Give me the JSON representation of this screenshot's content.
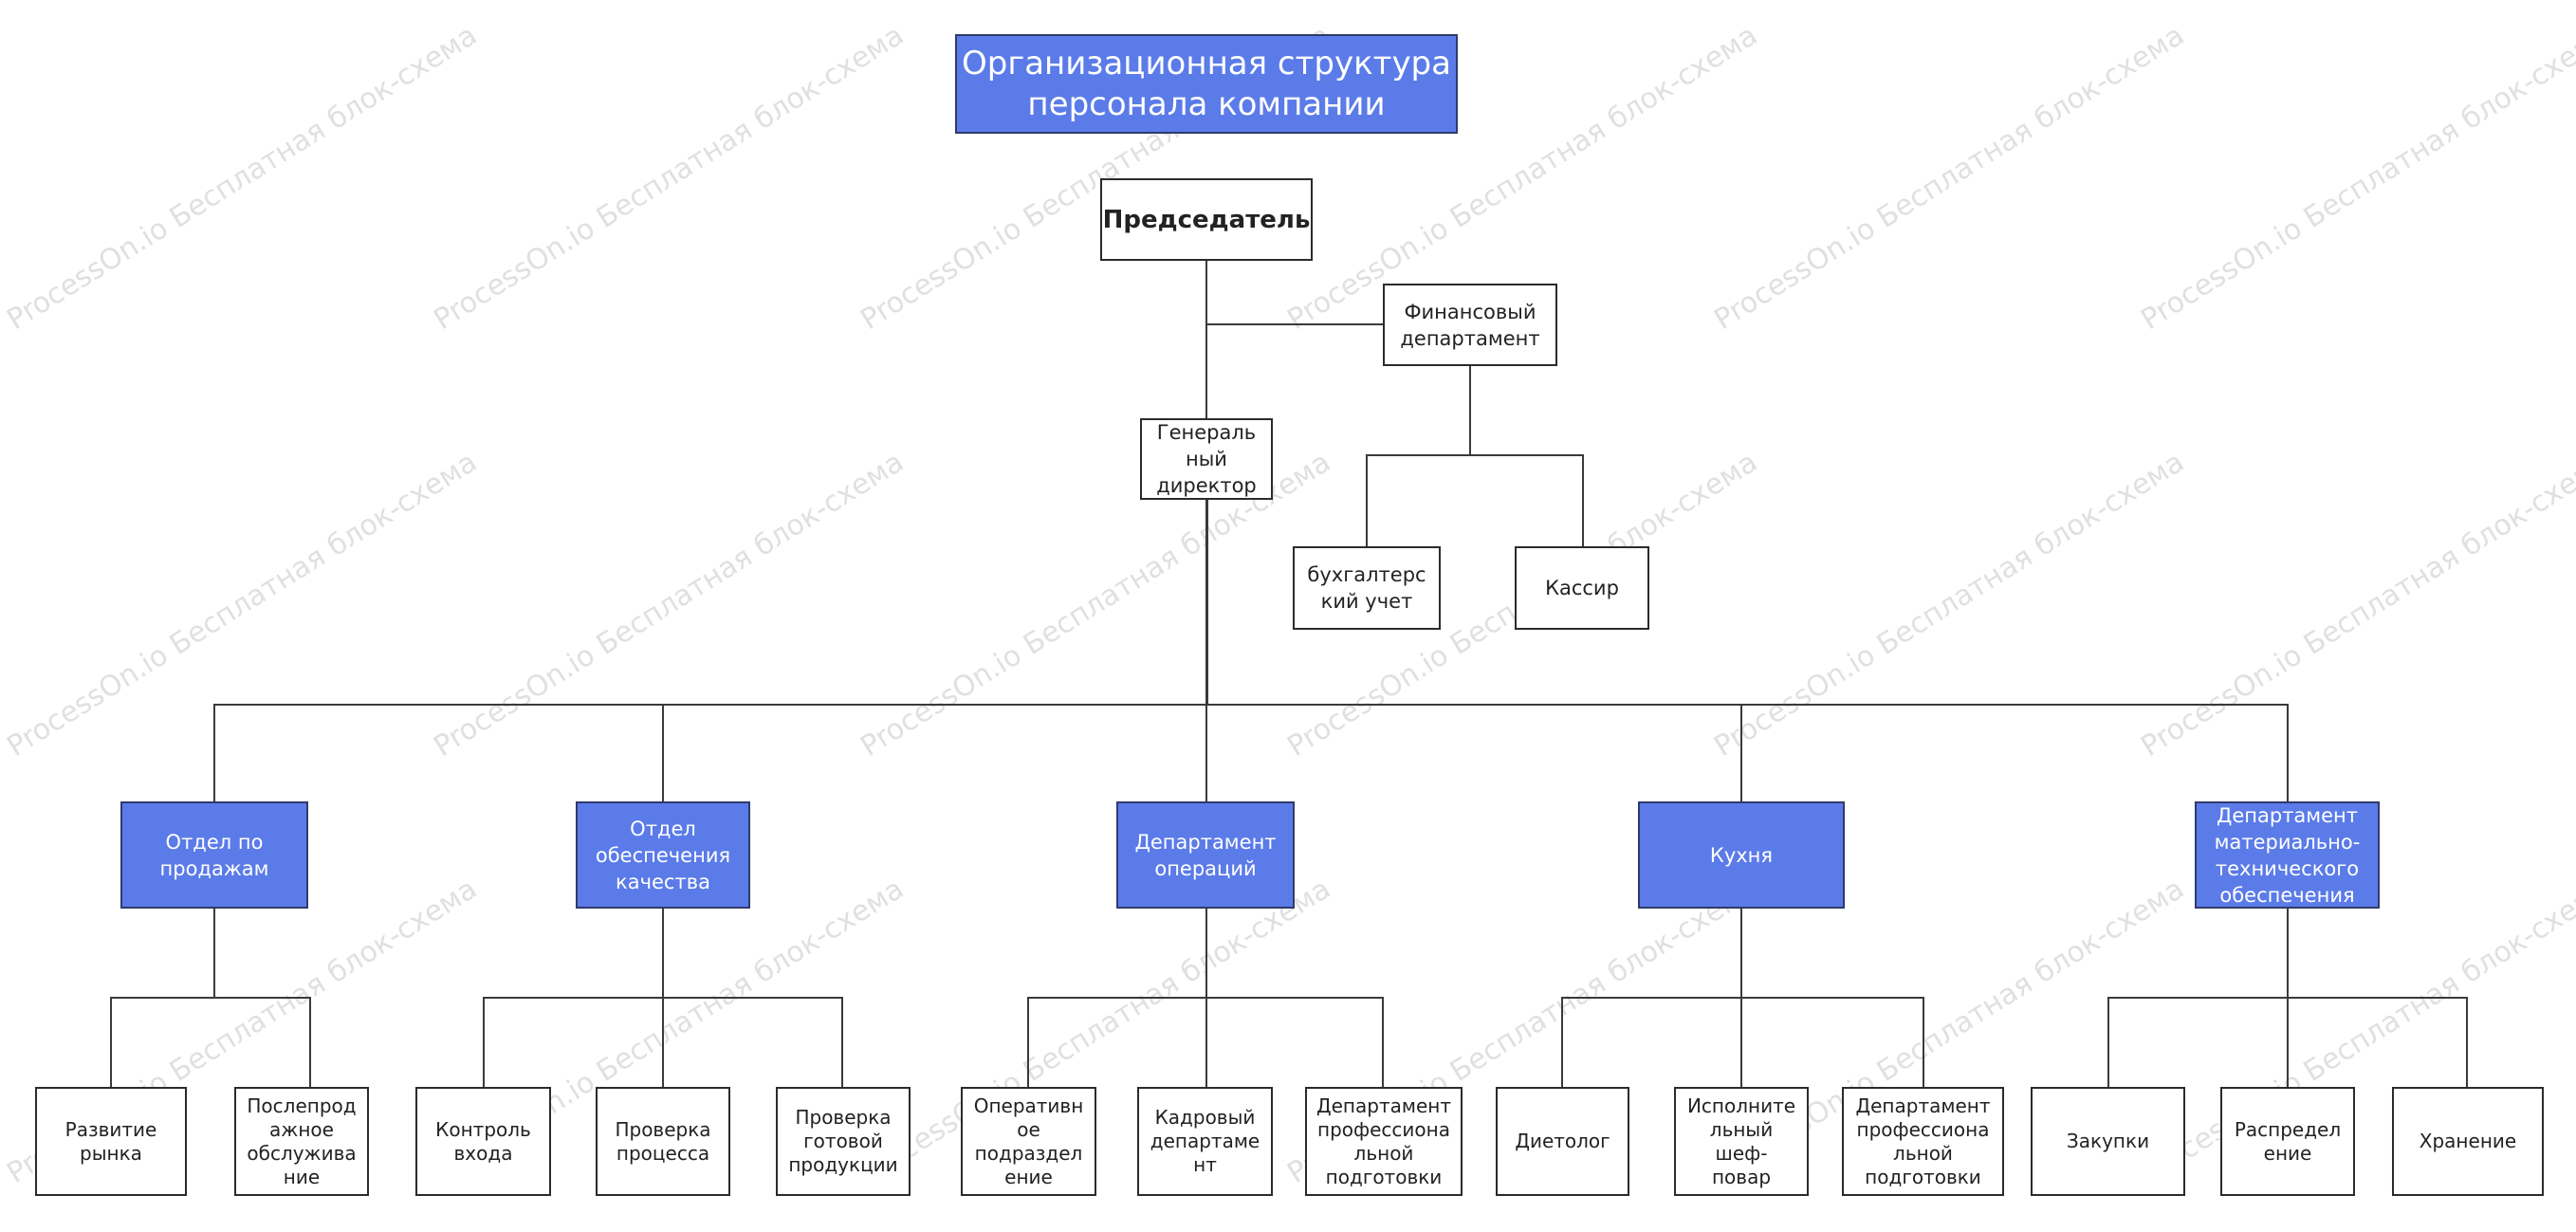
{
  "title": "Организационная структура\nперсонала компании",
  "watermark": "ProcessOn.io Бесплатная блок-схема",
  "colors": {
    "accent": "#5b7be9",
    "line": "#3a3a3a"
  },
  "nodes": {
    "chairman": "Председатель",
    "finance": "Финансовый\nдепартамент",
    "ceo": "Генераль\nный\nдиректор",
    "accounting": "бухгалтерс\nкий учет",
    "cashier": "Кассир",
    "sales": "Отдел по\nпродажам",
    "qa": "Отдел\nобеспечения\nкачества",
    "ops": "Департамент\nопераций",
    "kitchen": "Кухня",
    "logistics": "Департамент\nматериально-\nтехнического\nобеспечения",
    "market_dev": "Развитие\nрынка",
    "after_sales": "Послепрод\nажное\nобслужива\nние",
    "input_control": "Контроль\nвхода",
    "process_check": "Проверка\nпроцесса",
    "product_check": "Проверка\nготовой\nпродукции",
    "ops_unit": "Оперативн\nое\nподраздел\nение",
    "hr": "Кадровый\nдепартаме\nнт",
    "training_ops": "Департамент\nпрофессиона\nльной\nподготовки",
    "dietitian": "Диетолог",
    "exec_chef": "Исполните\nльный\nшеф-\nповар",
    "training_kitchen": "Департамент\nпрофессиона\nльной\nподготовки",
    "purchasing": "Закупки",
    "distribution": "Распредел\nение",
    "storage": "Хранение"
  }
}
